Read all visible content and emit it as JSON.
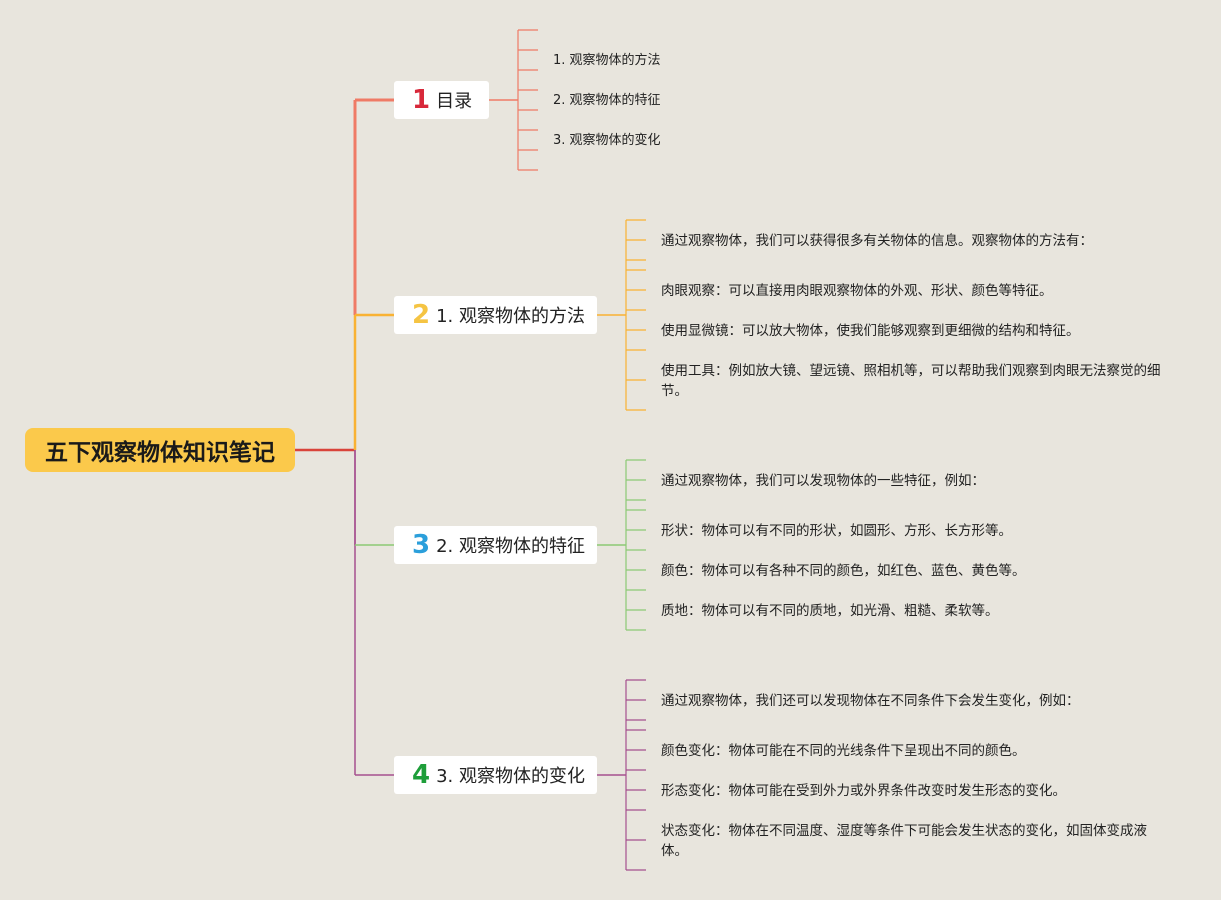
{
  "root": {
    "title": "五下观察物体知识笔记",
    "color": "#fbc94b"
  },
  "branches": [
    {
      "badge": "1",
      "badge_color": "#d8283a",
      "line_color": "#ef7b66",
      "label": "目录",
      "items": [
        "1. 观察物体的方法",
        "2. 观察物体的特征",
        "3. 观察物体的变化"
      ]
    },
    {
      "badge": "2",
      "badge_color": "#f5c443",
      "line_color": "#f9b233",
      "label": "1. 观察物体的方法",
      "items": [
        "通过观察物体，我们可以获得很多有关物体的信息。观察物体的方法有：",
        "肉眼观察：可以直接用肉眼观察物体的外观、形状、颜色等特征。",
        "使用显微镜：可以放大物体，使我们能够观察到更细微的结构和特征。",
        "使用工具：例如放大镜、望远镜、照相机等，可以帮助我们观察到肉眼无法察觉的细节。"
      ]
    },
    {
      "badge": "3",
      "badge_color": "#2b9fdb",
      "line_color": "#8cc975",
      "label": "2. 观察物体的特征",
      "items": [
        "通过观察物体，我们可以发现物体的一些特征，例如：",
        "形状：物体可以有不同的形状，如圆形、方形、长方形等。",
        "颜色：物体可以有各种不同的颜色，如红色、蓝色、黄色等。",
        "质地：物体可以有不同的质地，如光滑、粗糙、柔软等。"
      ]
    },
    {
      "badge": "4",
      "badge_color": "#1e9e3a",
      "line_color": "#a5508f",
      "label": "3. 观察物体的变化",
      "items": [
        "通过观察物体，我们还可以发现物体在不同条件下会发生变化，例如：",
        "颜色变化：物体可能在不同的光线条件下呈现出不同的颜色。",
        "形态变化：物体可能在受到外力或外界条件改变时发生形态的变化。",
        "状态变化：物体在不同温度、湿度等条件下可能会发生状态的变化，如固体变成液体。"
      ]
    }
  ]
}
